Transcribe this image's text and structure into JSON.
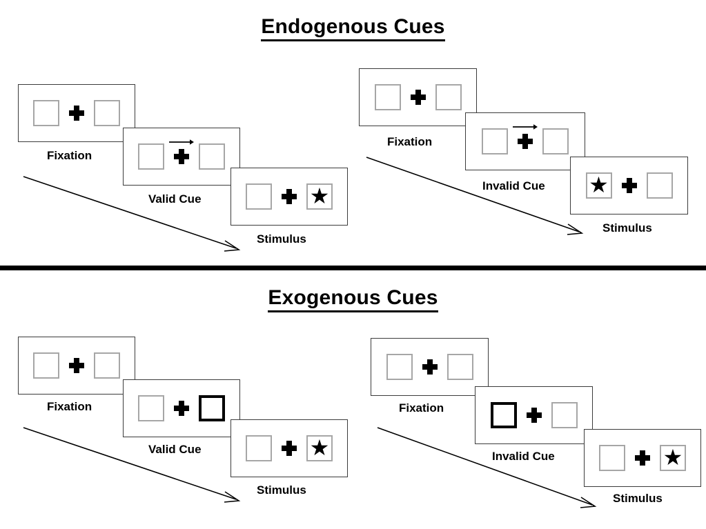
{
  "page": {
    "background": "#ffffff",
    "ink": "#000000",
    "square_border_color": "#a6a6a6",
    "frame_border_color": "#3a3a3a",
    "cued_square_color": "#000000"
  },
  "sections": [
    {
      "id": "endogenous",
      "title": "Endogenous Cues",
      "cue_type": "arrow",
      "conditions": [
        {
          "id": "endogenous-valid",
          "panels": [
            {
              "caption": "Fixation",
              "left_square": "empty",
              "right_square": "empty",
              "cue": "none",
              "stimulus_side": "none"
            },
            {
              "caption": "Valid Cue",
              "left_square": "empty",
              "right_square": "empty",
              "cue": "arrow-right",
              "stimulus_side": "none"
            },
            {
              "caption": "Stimulus",
              "left_square": "empty",
              "right_square": "star",
              "cue": "none",
              "stimulus_side": "right"
            }
          ]
        },
        {
          "id": "endogenous-invalid",
          "panels": [
            {
              "caption": "Fixation",
              "left_square": "empty",
              "right_square": "empty",
              "cue": "none",
              "stimulus_side": "none"
            },
            {
              "caption": "Invalid Cue",
              "left_square": "empty",
              "right_square": "empty",
              "cue": "arrow-right",
              "stimulus_side": "none"
            },
            {
              "caption": "Stimulus",
              "left_square": "star",
              "right_square": "empty",
              "cue": "none",
              "stimulus_side": "left"
            }
          ]
        }
      ]
    },
    {
      "id": "exogenous",
      "title": "Exogenous Cues",
      "cue_type": "highlight",
      "conditions": [
        {
          "id": "exogenous-valid",
          "panels": [
            {
              "caption": "Fixation",
              "left_square": "empty",
              "right_square": "empty",
              "cue": "none",
              "stimulus_side": "none"
            },
            {
              "caption": "Valid Cue",
              "left_square": "empty",
              "right_square": "highlight",
              "cue": "highlight-right",
              "stimulus_side": "none"
            },
            {
              "caption": "Stimulus",
              "left_square": "empty",
              "right_square": "star",
              "cue": "none",
              "stimulus_side": "right"
            }
          ]
        },
        {
          "id": "exogenous-invalid",
          "panels": [
            {
              "caption": "Fixation",
              "left_square": "empty",
              "right_square": "empty",
              "cue": "none",
              "stimulus_side": "none"
            },
            {
              "caption": "Invalid Cue",
              "left_square": "highlight",
              "right_square": "empty",
              "cue": "highlight-left",
              "stimulus_side": "none"
            },
            {
              "caption": "Stimulus",
              "left_square": "empty",
              "right_square": "star",
              "cue": "none",
              "stimulus_side": "right"
            }
          ]
        }
      ]
    }
  ],
  "glyphs": {
    "star": "★",
    "fixation_cross": "plus-cross",
    "cue_arrow": "arrow-right-icon",
    "sequence_arrow": "diagonal-arrow-icon"
  },
  "captions": {
    "fixation": "Fixation",
    "valid_cue": "Valid Cue",
    "invalid_cue": "Invalid Cue",
    "stimulus": "Stimulus"
  }
}
